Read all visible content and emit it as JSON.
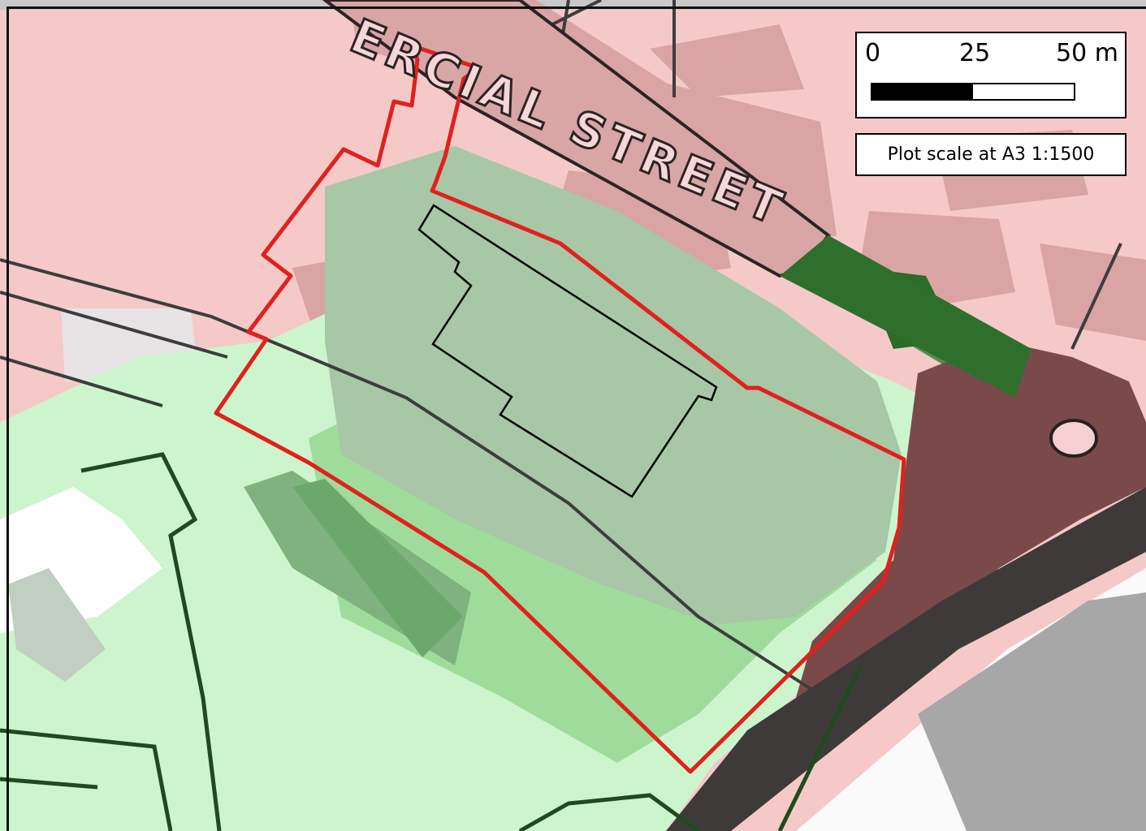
{
  "map": {
    "street_label": "ERCIAL STREET"
  },
  "scale_bar": {
    "ticks": [
      "0",
      "25",
      "50 m"
    ],
    "filled_fraction": 0.5
  },
  "plot_scale": {
    "text": "Plot scale at A3 1:1500"
  },
  "colors": {
    "site_boundary": "#e0211d",
    "building_outline": "#000000",
    "high_category": "#7a4a4a",
    "low_vegetation": "#cdf5cd"
  }
}
